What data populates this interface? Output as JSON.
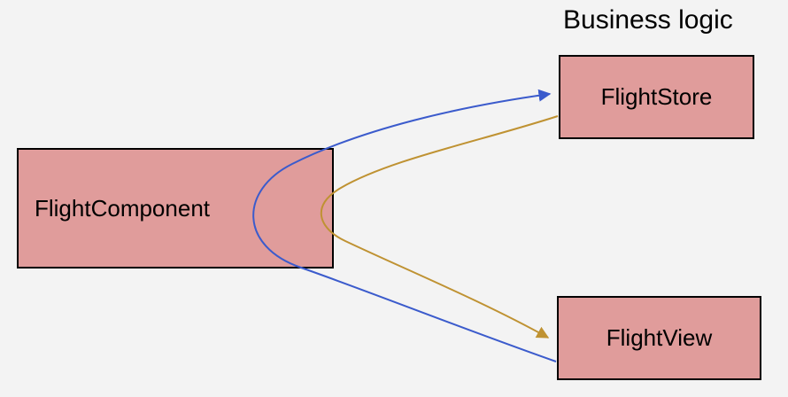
{
  "diagram": {
    "title": "Business logic",
    "nodes": {
      "component": {
        "label": "FlightComponent"
      },
      "store": {
        "label": "FlightStore"
      },
      "view": {
        "label": "FlightView"
      }
    },
    "edges": [
      {
        "from": "view",
        "to": "store",
        "color": "#3b5bcc",
        "arrowhead": "store"
      },
      {
        "from": "store",
        "to": "view",
        "color": "#bf9232",
        "arrowhead": "view"
      }
    ]
  }
}
